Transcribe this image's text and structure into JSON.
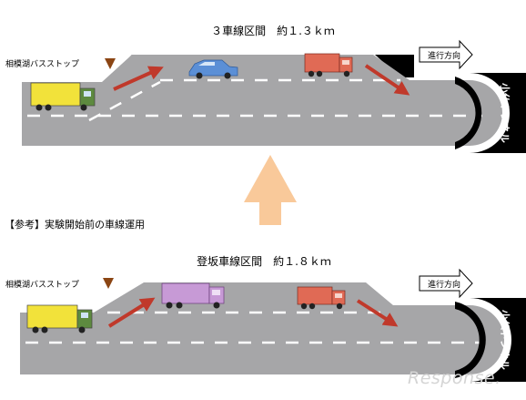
{
  "top": {
    "section_label": "３車線区間　約１.３ｋｍ",
    "bus_stop": "相模湖バスストップ",
    "direction": "進行方向",
    "tunnel": "小仏トンネル"
  },
  "reference_note": "【参考】実験開始前の車線運用",
  "bottom": {
    "section_label": "登坂車線区間　約１.８ｋｍ",
    "bus_stop": "相模湖バスストップ",
    "direction": "進行方向",
    "tunnel": "小仏トンネル"
  },
  "watermark": "Response.",
  "colors": {
    "road": "#a6a6a8",
    "dash": "#ffffff",
    "arrow_red": "#c0392b",
    "marker": "#8b4513",
    "big_arrow": "#f9c99a",
    "truck_yellow": "#f2e23a",
    "truck_red": "#e06a55",
    "truck_purple": "#c79ad6",
    "car_blue": "#5b8fd6"
  }
}
